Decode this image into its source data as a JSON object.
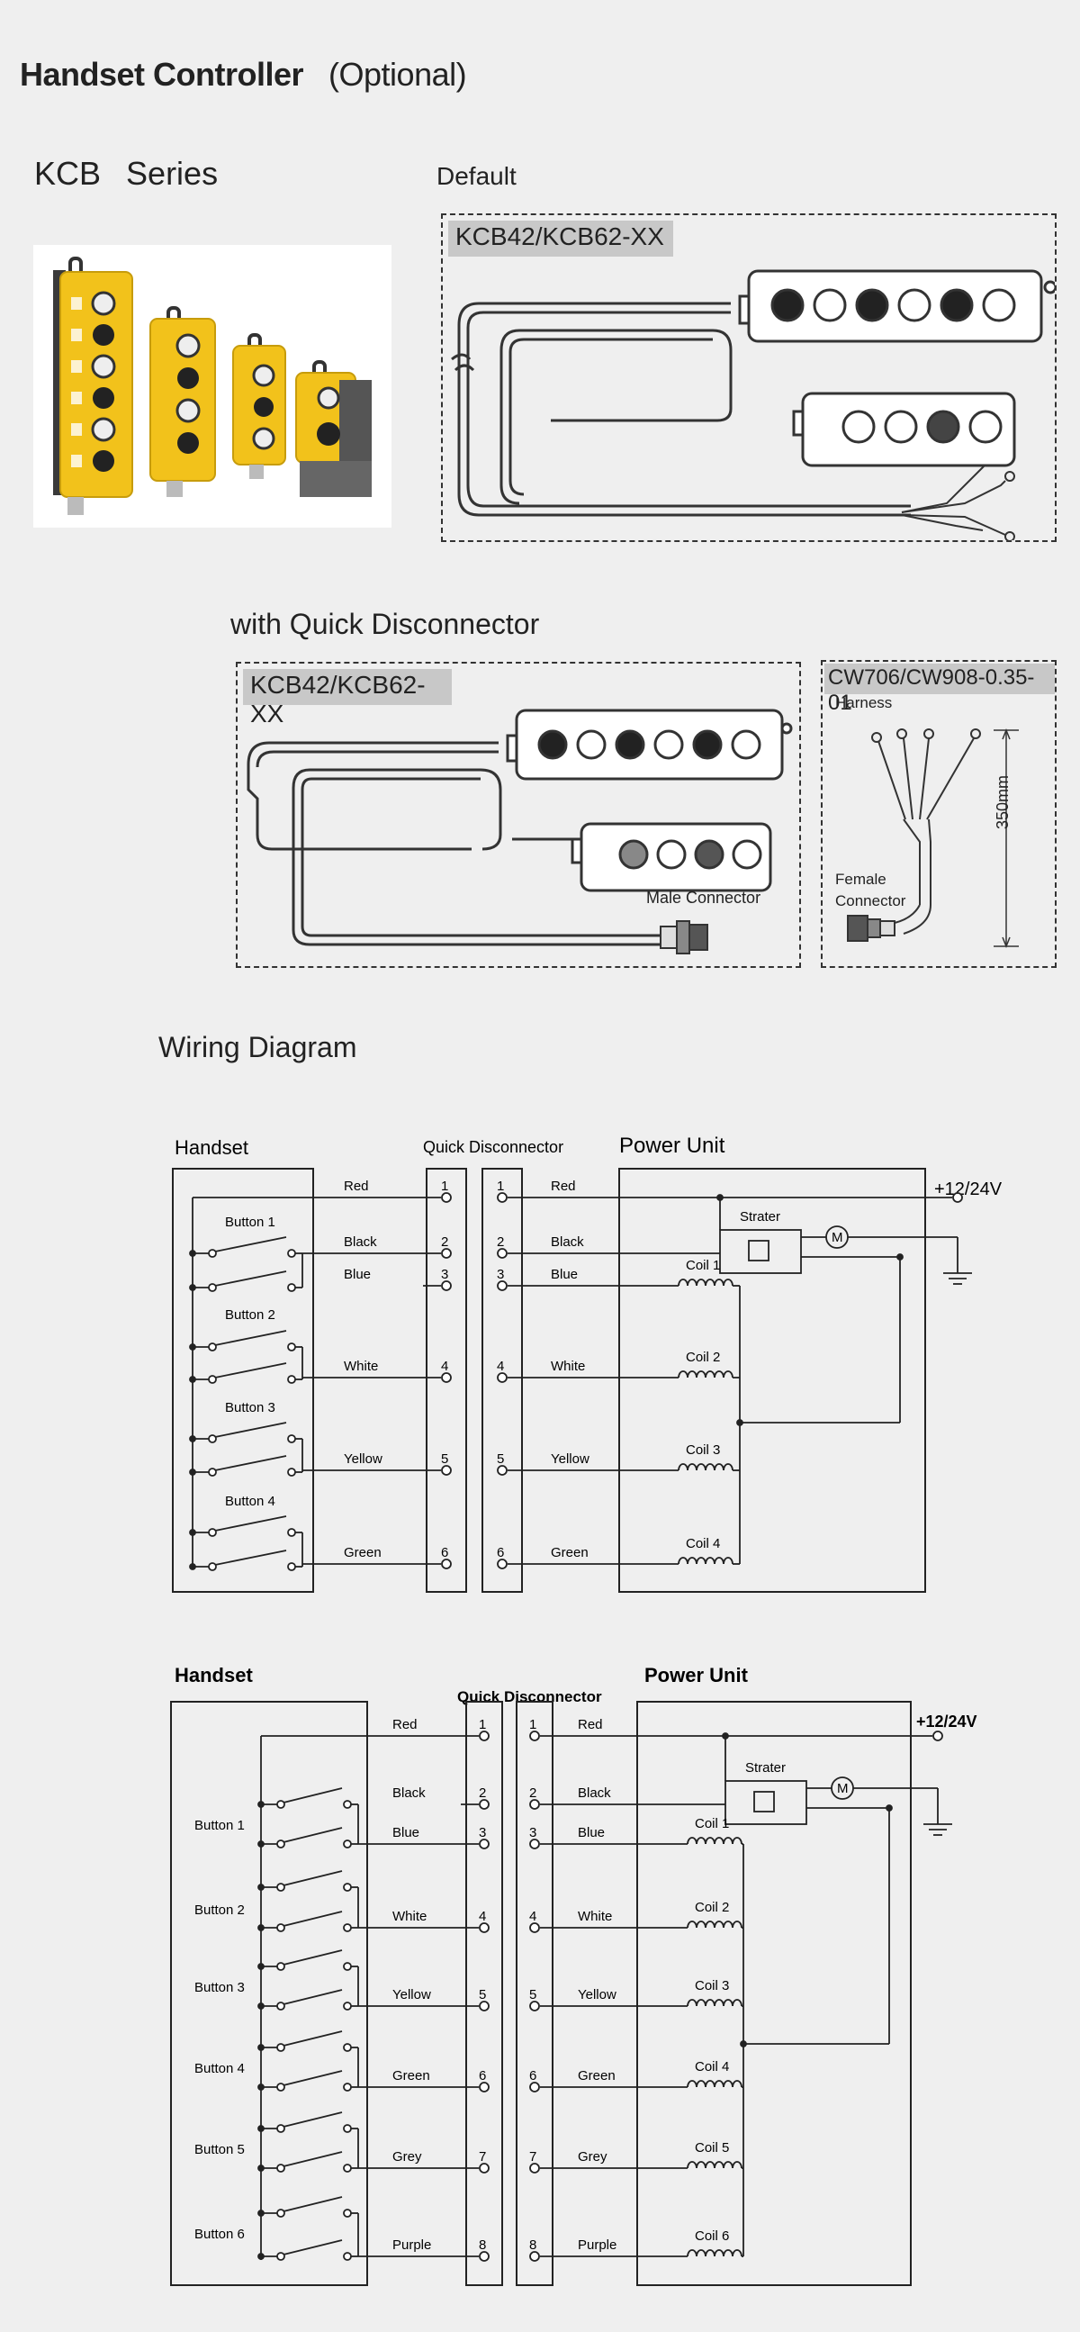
{
  "header": {
    "title": "Handset Controller",
    "optional": "(Optional)"
  },
  "series": {
    "name": "KCB",
    "suffix": "Series"
  },
  "default_section": {
    "label": "Default",
    "model": "KCB42/KCB62-XX"
  },
  "quick_section": {
    "label": "with Quick Disconnector",
    "model": "KCB42/KCB62-XX",
    "male_connector": "Male Connector",
    "harness_model": "CW706/CW908-0.35-01",
    "harness": "Harness",
    "female_connector_1": "Female",
    "female_connector_2": "Connector",
    "dimension": "350mm"
  },
  "wiring": {
    "title": "Wiring Diagram",
    "diagram1": {
      "handset": "Handset",
      "quick_disconnector": "Quick Disconnector",
      "power_unit": "Power Unit",
      "supply": "+12/24V",
      "strater": "Strater",
      "buttons": [
        "Button 1",
        "Button 2",
        "Button 3",
        "Button 4"
      ],
      "wires": [
        "Red",
        "Black",
        "Blue",
        "White",
        "Yellow",
        "Green"
      ],
      "pins": [
        "1",
        "2",
        "3",
        "4",
        "5",
        "6"
      ],
      "coils": [
        "Coil 1",
        "Coil 2",
        "Coil 3",
        "Coil 4"
      ]
    },
    "diagram2": {
      "handset": "Handset",
      "quick_disconnector": "Quick Disconnector",
      "power_unit": "Power Unit",
      "supply": "+12/24V",
      "strater": "Strater",
      "buttons": [
        "Button 1",
        "Button 2",
        "Button 3",
        "Button 4",
        "Button 5",
        "Button 6"
      ],
      "wires": [
        "Red",
        "Black",
        "Blue",
        "White",
        "Yellow",
        "Green",
        "Grey",
        "Purple"
      ],
      "pins": [
        "1",
        "2",
        "3",
        "4",
        "5",
        "6",
        "7",
        "8"
      ],
      "coils": [
        "Coil 1",
        "Coil 2",
        "Coil 3",
        "Coil 4",
        "Coil 5",
        "Coil 6"
      ]
    }
  },
  "colors": {
    "handset_yellow": "#f2c21b",
    "handset_dark": "#333333",
    "background": "#efefef"
  }
}
